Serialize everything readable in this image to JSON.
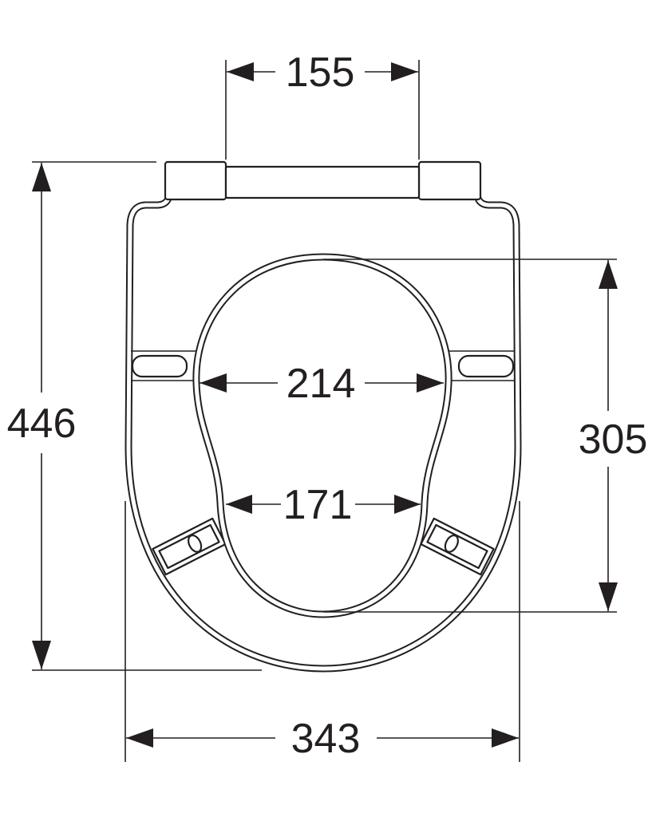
{
  "title": "Toilet seat dimension drawing",
  "dimensions": {
    "hinge_spacing": "155",
    "overall_length": "446",
    "opening_max_width": "214",
    "opening_narrow_width": "171",
    "opening_length": "305",
    "overall_width": "343"
  },
  "colors": {
    "line": "#231f20",
    "background": "#ffffff"
  }
}
